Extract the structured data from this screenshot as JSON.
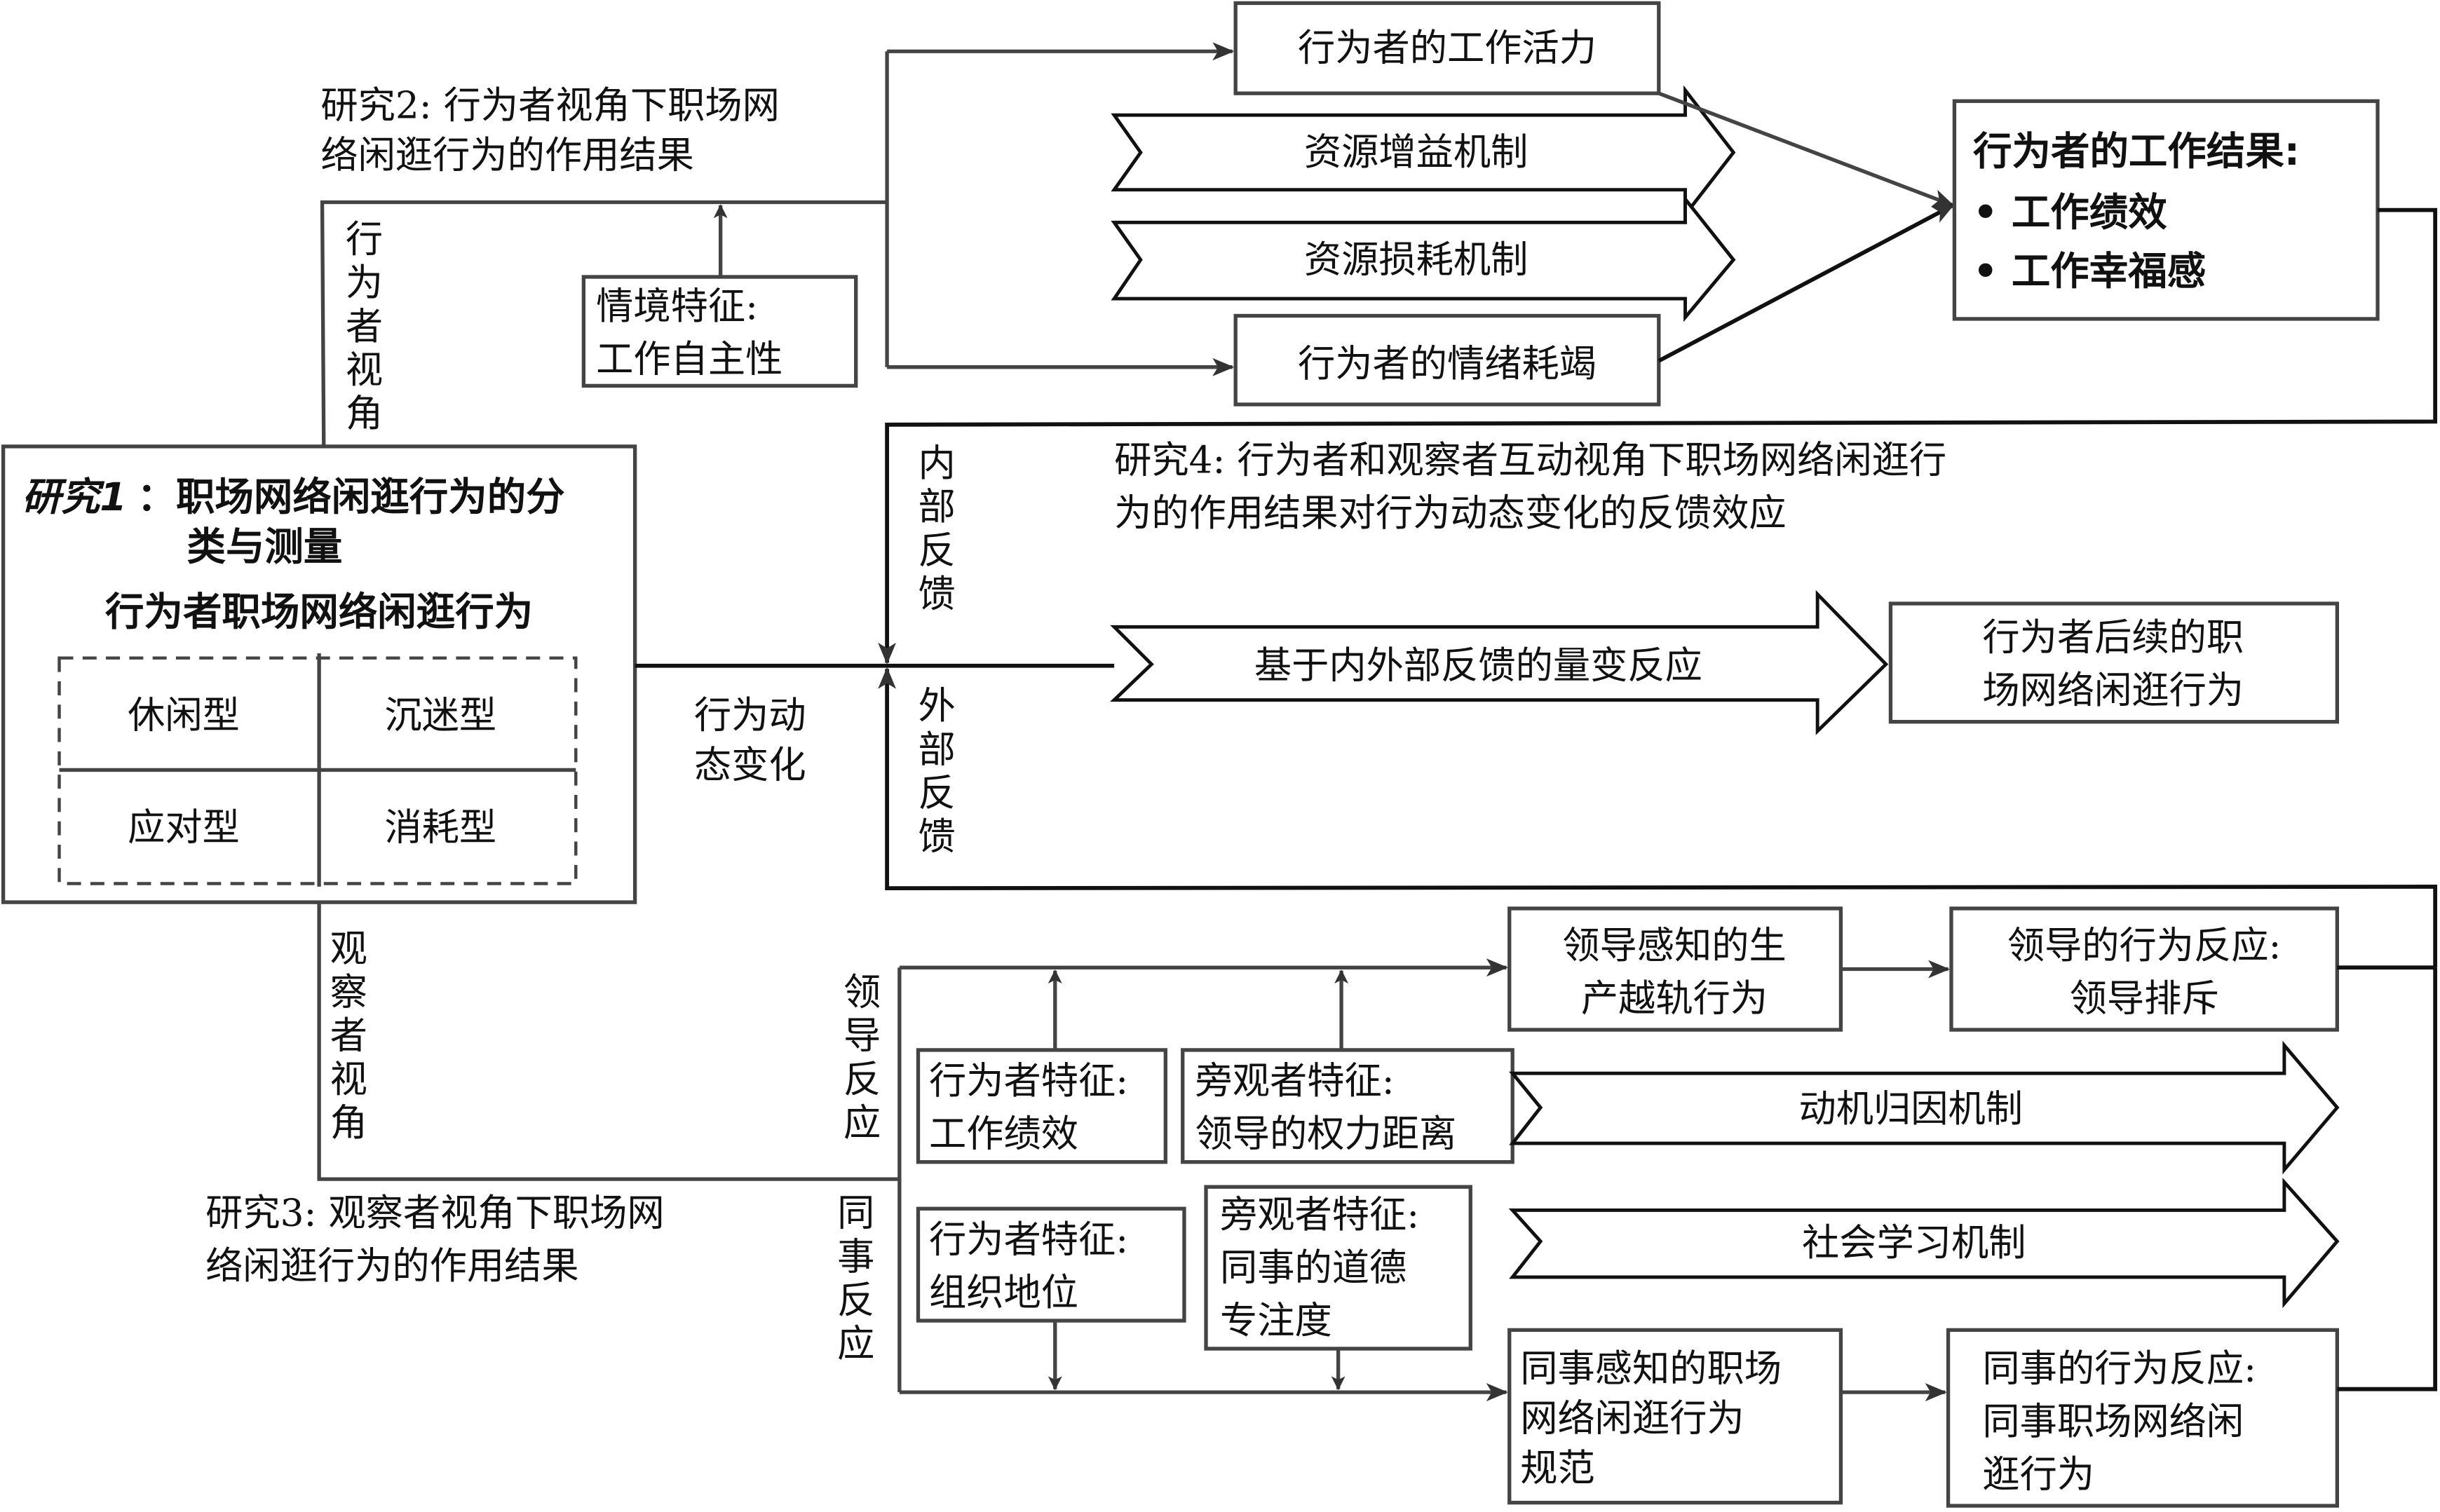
{
  "diagram": {
    "study2": {
      "title_lines": [
        "研究2: 行为者视角下职场网",
        "络闲逛行为的作用结果"
      ],
      "perspective_label": [
        "行",
        "为",
        "者",
        "视",
        "角"
      ],
      "situational_box": [
        "情境特征:",
        "工作自主性"
      ],
      "vigor_box": "行为者的工作活力",
      "gain_mechanism": "资源增益机制",
      "loss_mechanism": "资源损耗机制",
      "exhaustion_box": "行为者的情绪耗竭",
      "outcomes_box": {
        "title": "行为者的工作结果:",
        "items": [
          "• 工作绩效",
          "• 工作幸福感"
        ]
      }
    },
    "study1": {
      "title_prefix": "研究1",
      "title_rest": [
        "：职场网络闲逛行为的分",
        "类与测量"
      ],
      "subtitle": "行为者职场网络闲逛行为",
      "types": [
        "休闲型",
        "沉迷型",
        "应对型",
        "消耗型"
      ]
    },
    "dynamic_label": [
      "行为动",
      "态变化"
    ],
    "study4": {
      "title_lines": [
        "研究4: 行为者和观察者互动视角下职场网络闲逛行",
        "为的作用结果对行为动态变化的反馈效应"
      ],
      "internal_feedback": [
        "内",
        "部",
        "反",
        "馈"
      ],
      "external_feedback": [
        "外",
        "部",
        "反",
        "馈"
      ],
      "quant_response": "基于内外部反馈的量变反应",
      "subsequent_box": [
        "行为者后续的职",
        "场网络闲逛行为"
      ]
    },
    "study3": {
      "title_lines": [
        "研究3: 观察者视角下职场网",
        "络闲逛行为的作用结果"
      ],
      "perspective_label": [
        "观",
        "察",
        "者",
        "视",
        "角"
      ],
      "leader_reaction": [
        "领",
        "导",
        "反",
        "应"
      ],
      "coworker_reaction": [
        "同",
        "事",
        "反",
        "应"
      ],
      "actor_trait_perf": [
        "行为者特征:",
        "工作绩效"
      ],
      "bystander_power": [
        "旁观者特征:",
        "领导的权力距离"
      ],
      "actor_trait_status": [
        "行为者特征:",
        "组织地位"
      ],
      "bystander_moral": [
        "旁观者特征:",
        "同事的道德",
        "专注度"
      ],
      "leader_perceived": [
        "领导感知的生",
        "产越轨行为"
      ],
      "leader_response": [
        "领导的行为反应:",
        "领导排斥"
      ],
      "motive_mechanism": "动机归因机制",
      "social_learning": "社会学习机制",
      "coworker_perceived": [
        "同事感知的职场",
        "网络闲逛行为",
        "规范"
      ],
      "coworker_response": [
        "同事的行为反应:",
        "同事职场网络闲",
        "逛行为"
      ]
    }
  }
}
